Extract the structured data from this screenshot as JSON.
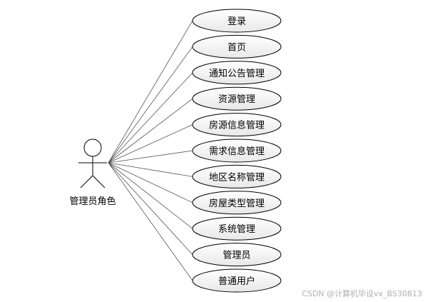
{
  "actor": {
    "label": "管理员角色"
  },
  "usecases": [
    {
      "label": "登录"
    },
    {
      "label": "首页"
    },
    {
      "label": "通知公告管理"
    },
    {
      "label": "资源管理"
    },
    {
      "label": "房源信息管理"
    },
    {
      "label": "需求信息管理"
    },
    {
      "label": "地区名称管理"
    },
    {
      "label": "房屋类型管理"
    },
    {
      "label": "系统管理"
    },
    {
      "label": "管理员"
    },
    {
      "label": "普通用户"
    }
  ],
  "watermark": "CSDN @计算机毕设vx_BS30813",
  "colors": {
    "ellipse_fill_top": "#ffffff",
    "ellipse_fill_bottom": "#e8e8e8",
    "stroke": "#000000",
    "line": "#555555"
  }
}
